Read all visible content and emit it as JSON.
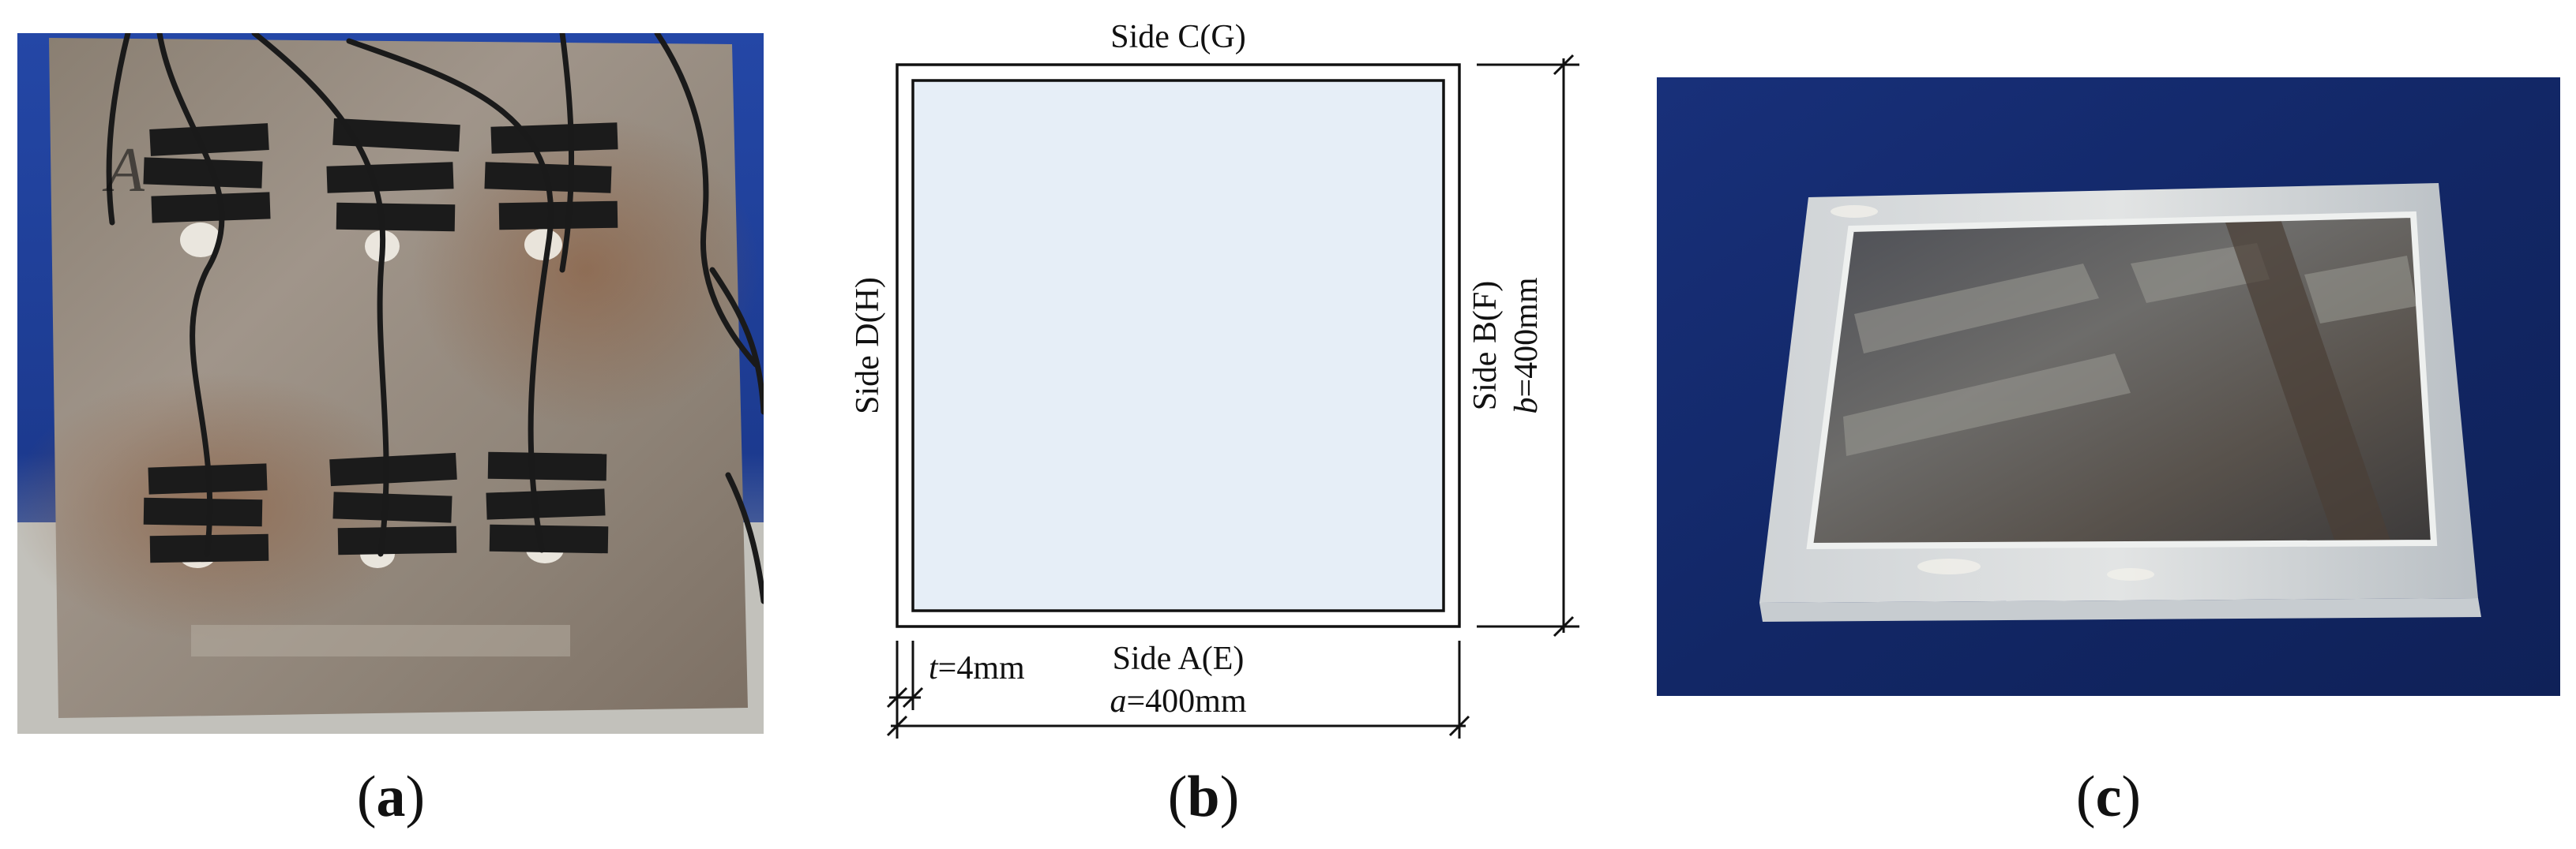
{
  "panels": {
    "a": {
      "letter": "a"
    },
    "b": {
      "letter": "b",
      "side_top": "Side C(G)",
      "side_left": "Side D(H)",
      "side_right": "Side B(F)",
      "side_bottom": "Side A(E)",
      "dim_b_var": "b",
      "dim_b_value": "=400mm",
      "dim_a_var": "a",
      "dim_a_value": "=400mm",
      "dim_t_var": "t",
      "dim_t_value": "=4mm"
    },
    "c": {
      "letter": "c"
    }
  },
  "colors": {
    "plate_fill": "#e6eef7",
    "line": "#111111",
    "photo_a_bg": "#1e3a8c",
    "photo_c_bg": "#14286a"
  }
}
